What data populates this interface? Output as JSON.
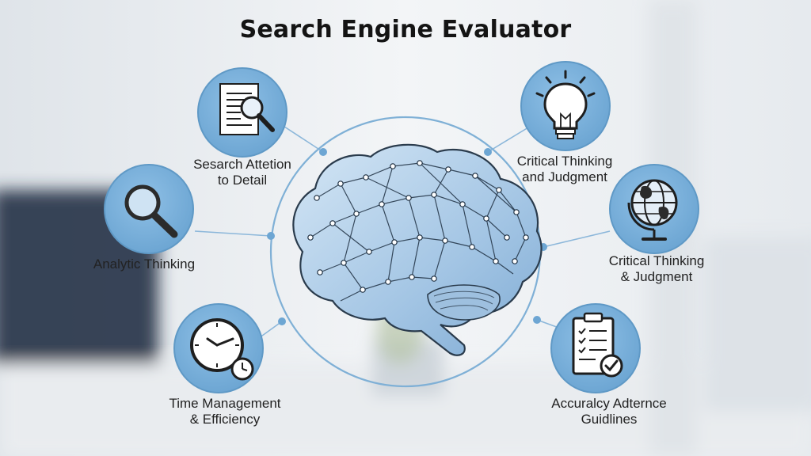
{
  "title": "Search Engine Evaluator",
  "nodes": [
    {
      "id": "attention",
      "icon": "document-magnifier-icon",
      "lines": [
        "Sesarch Attetion",
        "to Detail"
      ]
    },
    {
      "id": "analytic",
      "icon": "magnifying-glass-icon",
      "lines": [
        "Analytic Thinking"
      ]
    },
    {
      "id": "time",
      "icon": "clock-icon",
      "lines": [
        "Time Management",
        "& Efficiency"
      ]
    },
    {
      "id": "critical-1",
      "icon": "lightbulb-icon",
      "lines": [
        "Critical Thinking",
        "and Judgment"
      ]
    },
    {
      "id": "critical-2",
      "icon": "globe-icon",
      "lines": [
        "Critical Thinking",
        "& Judgment"
      ]
    },
    {
      "id": "accuracy",
      "icon": "clipboard-checklist-icon",
      "lines": [
        "Accuralcy Adternce",
        "Guidlines"
      ]
    }
  ],
  "colors": {
    "node_fill": "#7fb3dc",
    "node_stroke": "#5f99c6",
    "ring": "#7fb0d6",
    "brain_fill": "#a9c9e6",
    "brain_line": "#2a3b4c"
  }
}
